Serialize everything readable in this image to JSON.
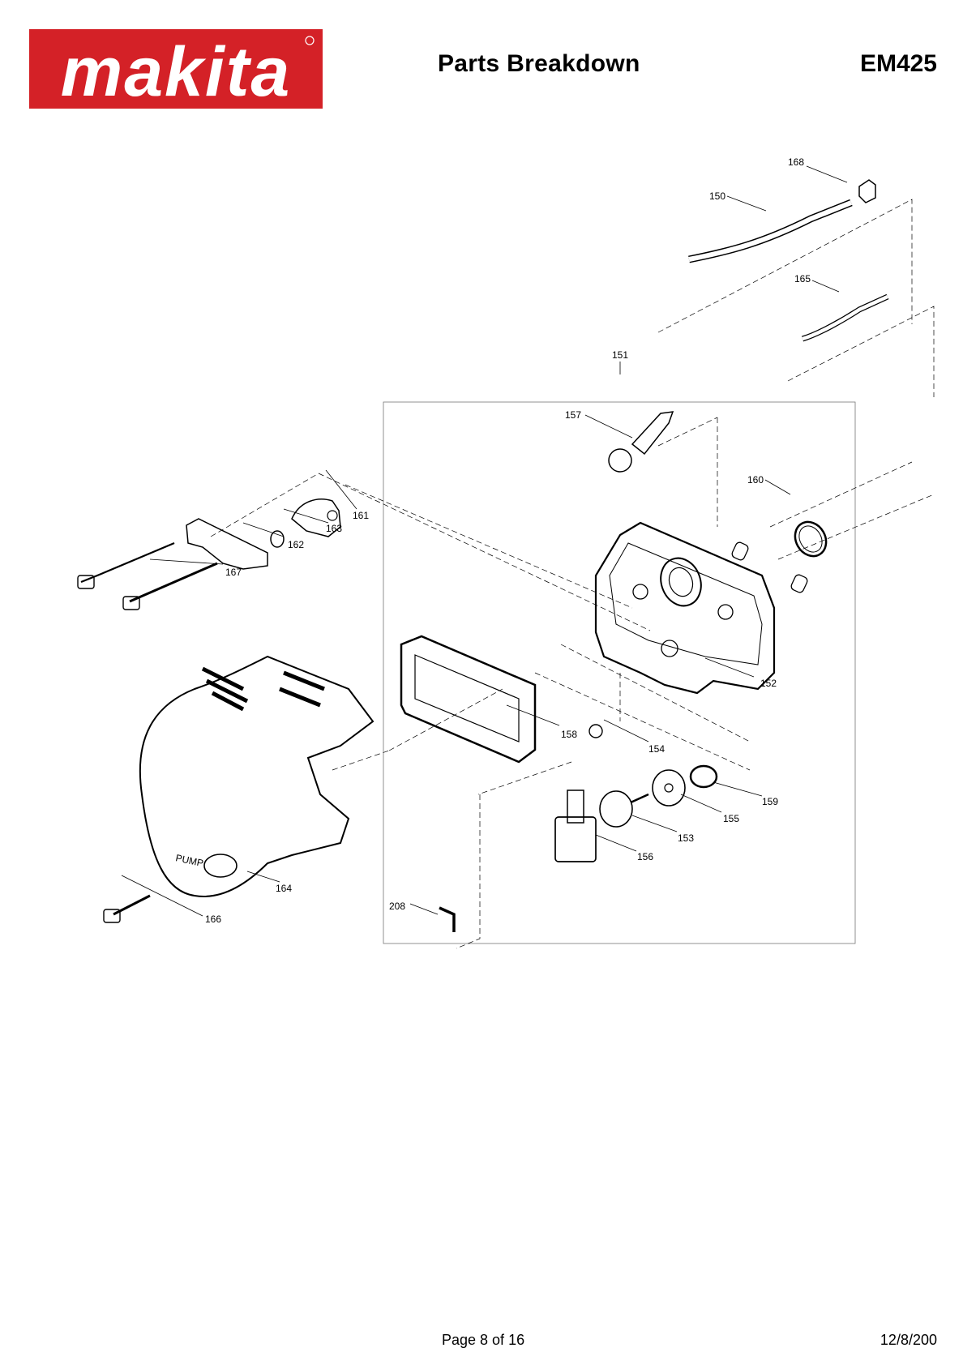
{
  "header": {
    "brand": "makita",
    "title": "Parts Breakdown",
    "model": "EM425"
  },
  "brand_color": "#d42127",
  "diagram": {
    "callouts": [
      "168",
      "150",
      "165",
      "151",
      "157",
      "160",
      "161",
      "163",
      "162",
      "167",
      "152",
      "158",
      "154",
      "159",
      "155",
      "153",
      "156",
      "164",
      "166",
      "208"
    ],
    "cover_label": "PUMP"
  },
  "footer": {
    "page": "Page 8 of 16",
    "date": "12/8/200"
  }
}
